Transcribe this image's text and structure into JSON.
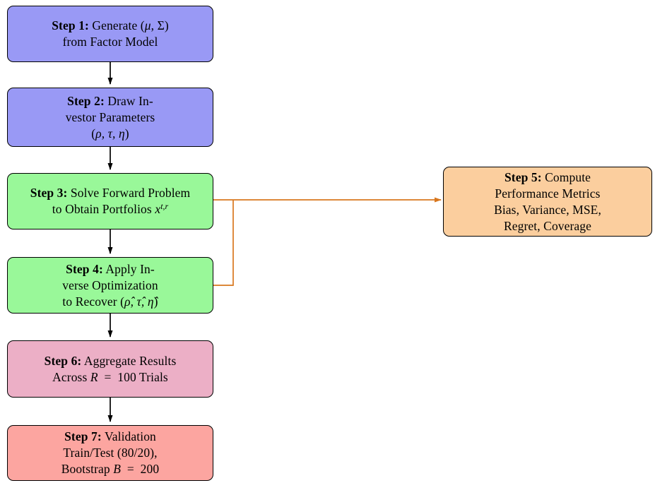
{
  "colors": {
    "generate_fill": "#9999F5",
    "solve_fill": "#99F899",
    "metrics_fill": "#FBCE9E",
    "aggregate_fill": "#ECAFC6",
    "validation_fill": "#FCA5A0",
    "box_border": "#000000",
    "flow_arrow": "#000000",
    "metrics_arrow": "#D8771E"
  },
  "steps": {
    "s1": {
      "label": "Step 1:",
      "l1a": " Generate (",
      "l1m": "μ",
      "l1b": ", Σ)",
      "l2": "from Factor Model"
    },
    "s2": {
      "label": "Step 2:",
      "l1": " Draw In-",
      "l2": "vestor Parameters",
      "l3a": "(",
      "l3m": "ρ, τ, η",
      "l3b": ")"
    },
    "s3": {
      "label": "Step 3:",
      "l1": " Solve Forward Problem",
      "l2a": "to Obtain Portfolios ",
      "l2x": "x",
      "l2sup": "t,r"
    },
    "s4": {
      "label": "Step 4:",
      "l1": " Apply In-",
      "l2": "verse Optimization",
      "l3a": "to Recover (",
      "l3m": "ρ̂, τ̂, η̂",
      "l3b": ")"
    },
    "s5": {
      "label": "Step 5:",
      "l1": " Compute",
      "l2": "Performance Metrics",
      "l3": "Bias, Variance, MSE,",
      "l4": "Regret, Coverage"
    },
    "s6": {
      "label": "Step 6:",
      "l1": " Aggregate Results",
      "l2a": "Across ",
      "l2m": "R",
      "l2b": " = 100 Trials"
    },
    "s7": {
      "label": "Step 7:",
      "l1": " Validation",
      "l2": "Train/Test (80/20),",
      "l3a": "Bootstrap ",
      "l3m": "B",
      "l3b": " = 200"
    }
  }
}
